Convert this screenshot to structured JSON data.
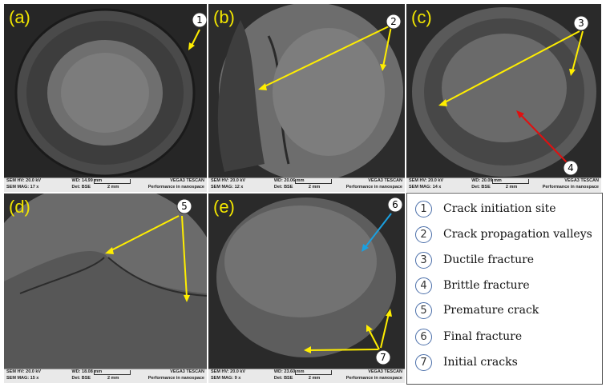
{
  "panels": [
    {
      "label": "(a)",
      "hv": "SEM HV: 20.0 kV",
      "wd": "WD: 14.99 mm",
      "brand": "VEGA3 TESCAN",
      "mag": "SEM MAG: 17 x",
      "det": "Det: BSE",
      "scale": "2 mm",
      "perf": "Performance in nanospace",
      "markers": [
        "1"
      ]
    },
    {
      "label": "(b)",
      "hv": "SEM HV: 20.0 kV",
      "wd": "WD: 20.06 mm",
      "brand": "VEGA3 TESCAN",
      "mag": "SEM MAG: 12 x",
      "det": "Det: BSE",
      "scale": "2 mm",
      "perf": "Performance in nanospace",
      "markers": [
        "2"
      ]
    },
    {
      "label": "(c)",
      "hv": "SEM HV: 20.0 kV",
      "wd": "WD: 20.09 mm",
      "brand": "VEGA3 TESCAN",
      "mag": "SEM MAG: 14 x",
      "det": "Det: BSE",
      "scale": "2 mm",
      "perf": "Performance in nanospace",
      "markers": [
        "3",
        "4"
      ]
    },
    {
      "label": "(d)",
      "hv": "SEM HV: 20.0 kV",
      "wd": "WD: 18.08 mm",
      "brand": "VEGA3 TESCAN",
      "mag": "SEM MAG: 15 x",
      "det": "Det: BSE",
      "scale": "2 mm",
      "perf": "Performance in nanospace",
      "markers": [
        "5"
      ]
    },
    {
      "label": "(e)",
      "hv": "SEM HV: 20.0 kV",
      "wd": "WD: 23.60 mm",
      "brand": "VEGA3 TESCAN",
      "mag": "SEM MAG: 9 x",
      "det": "Det: BSE",
      "scale": "2 mm",
      "perf": "Performance in nanospace",
      "markers": [
        "6",
        "7"
      ]
    }
  ],
  "legend": [
    {
      "num": "1",
      "text": "Crack initiation site"
    },
    {
      "num": "2",
      "text": "Crack propagation valleys"
    },
    {
      "num": "3",
      "text": "Ductile fracture"
    },
    {
      "num": "4",
      "text": "Brittle fracture"
    },
    {
      "num": "5",
      "text": "Premature crack"
    },
    {
      "num": "6",
      "text": "Final fracture"
    },
    {
      "num": "7",
      "text": "Initial cracks"
    }
  ],
  "colors": {
    "arrow_yellow": "#ffee00",
    "arrow_red": "#e01010",
    "arrow_blue": "#1aa0e0",
    "label_yellow": "#f2e600",
    "legend_circle": "#4a6ea9"
  }
}
